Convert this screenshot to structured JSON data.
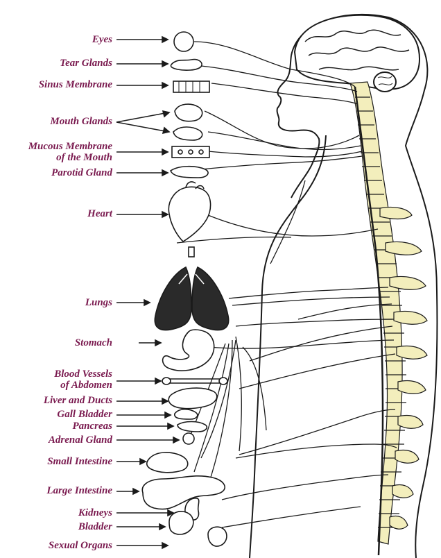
{
  "colors": {
    "label_text": "#7a1a4f",
    "ink": "#1a1a1a",
    "spine_fill": "#f3eebc",
    "background": "#ffffff"
  },
  "labels": [
    {
      "id": "eyes",
      "text": "Eyes"
    },
    {
      "id": "tear-glands",
      "text": "Tear Glands"
    },
    {
      "id": "sinus-membrane",
      "text": "Sinus Membrane"
    },
    {
      "id": "mouth-glands",
      "text": "Mouth Glands"
    },
    {
      "id": "mucous-membrane-1",
      "text": "Mucous Membrane"
    },
    {
      "id": "mucous-membrane-2",
      "text": "of the Mouth"
    },
    {
      "id": "parotid-gland",
      "text": "Parotid Gland"
    },
    {
      "id": "heart",
      "text": "Heart"
    },
    {
      "id": "lungs",
      "text": "Lungs"
    },
    {
      "id": "stomach",
      "text": "Stomach"
    },
    {
      "id": "blood-vessels-1",
      "text": "Blood Vessels"
    },
    {
      "id": "blood-vessels-2",
      "text": "of Abdomen"
    },
    {
      "id": "liver-ducts",
      "text": "Liver and Ducts"
    },
    {
      "id": "gall-bladder",
      "text": "Gall Bladder"
    },
    {
      "id": "pancreas",
      "text": "Pancreas"
    },
    {
      "id": "adrenal-gland",
      "text": "Adrenal Gland"
    },
    {
      "id": "small-intestine",
      "text": "Small Intestine"
    },
    {
      "id": "large-intestine",
      "text": "Large Intestine"
    },
    {
      "id": "kidneys",
      "text": "Kidneys"
    },
    {
      "id": "bladder",
      "text": "Bladder"
    },
    {
      "id": "sexual-organs",
      "text": "Sexual Organs"
    }
  ]
}
